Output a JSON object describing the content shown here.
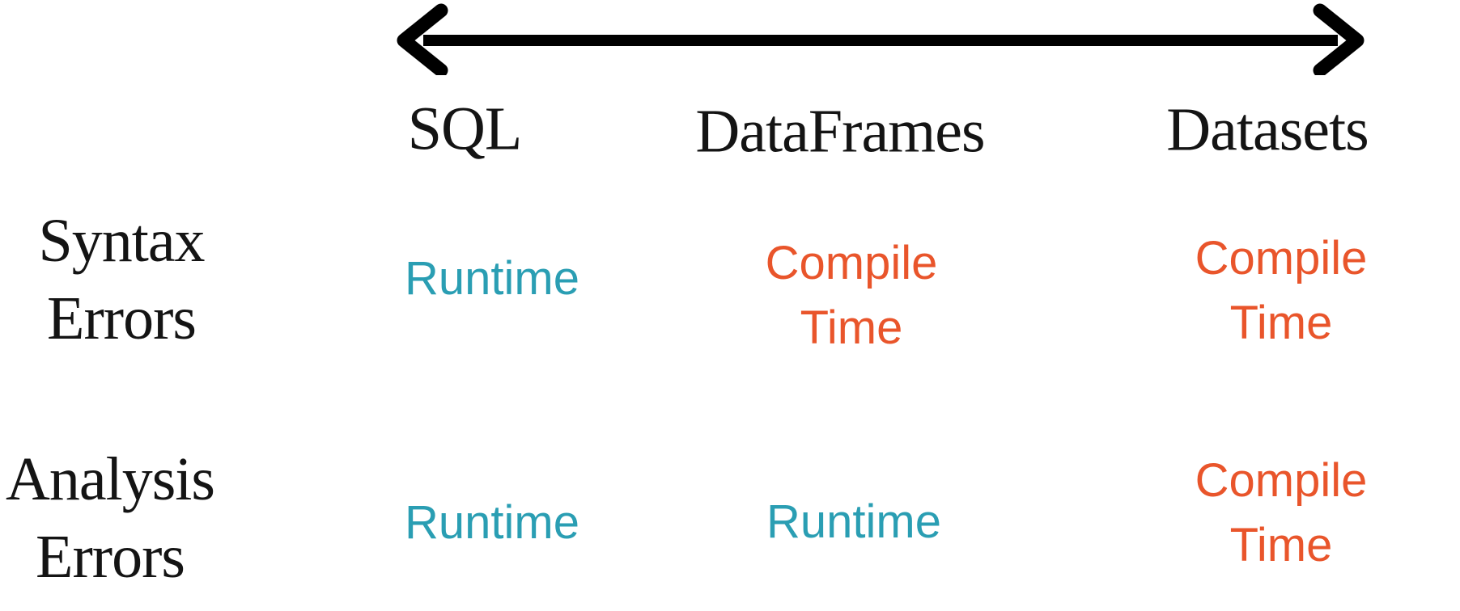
{
  "palette": {
    "text_color": "#141414",
    "runtime_color": "#2A9EB3",
    "compile_color": "#E9552B",
    "arrow_color": "#000000"
  },
  "diagram": {
    "arrow_icon": "left-right-arrow",
    "columns": [
      {
        "label": "SQL"
      },
      {
        "label": "DataFrames"
      },
      {
        "label": "Datasets"
      }
    ],
    "rows": [
      {
        "label_lines": [
          "Syntax",
          "Errors"
        ],
        "cells": [
          {
            "status": "runtime",
            "lines": [
              "Runtime"
            ]
          },
          {
            "status": "compile",
            "lines": [
              "Compile",
              "Time"
            ]
          },
          {
            "status": "compile",
            "lines": [
              "Compile",
              "Time"
            ]
          }
        ]
      },
      {
        "label_lines": [
          "Analysis",
          "Errors"
        ],
        "cells": [
          {
            "status": "runtime",
            "lines": [
              "Runtime"
            ]
          },
          {
            "status": "runtime",
            "lines": [
              "Runtime"
            ]
          },
          {
            "status": "compile",
            "lines": [
              "Compile",
              "Time"
            ]
          }
        ]
      }
    ]
  }
}
